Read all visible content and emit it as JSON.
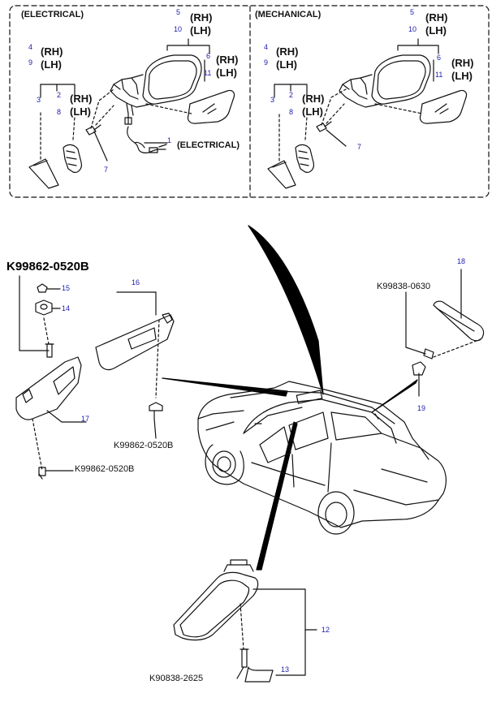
{
  "panels": {
    "electrical": {
      "title": "(ELECTRICAL)",
      "rhlh_top": [
        "(RH)",
        "(LH)"
      ],
      "rhlh_glass": [
        "(RH)",
        "(LH)"
      ],
      "rhlh_left": [
        "(RH)",
        "(LH)"
      ],
      "rhlh_mid": [
        "(RH)",
        "(LH)"
      ],
      "callouts": {
        "n5": "5",
        "n10": "10",
        "n4": "4",
        "n9": "9",
        "n6": "6",
        "n11": "11",
        "n3": "3",
        "n2": "2",
        "n8": "8",
        "n1": "1",
        "n7": "7"
      },
      "wire_label": "(ELECTRICAL)"
    },
    "mechanical": {
      "title": "(MECHANICAL)",
      "rhlh_top": [
        "(RH)",
        "(LH)"
      ],
      "rhlh_glass": [
        "(RH)",
        "(LH)"
      ],
      "rhlh_left": [
        "(RH)",
        "(LH)"
      ],
      "rhlh_mid": [
        "(RH)",
        "(LH)"
      ],
      "callouts": {
        "n5": "5",
        "n10": "10",
        "n4": "4",
        "n9": "9",
        "n6": "6",
        "n11": "11",
        "n3": "3",
        "n2": "2",
        "n8": "8",
        "n7": "7"
      }
    }
  },
  "sunvisor": {
    "part_main": "K99862-0520B",
    "part_lower": "K99862-0520B",
    "part_mid": "K99862-0520B",
    "callouts": {
      "n15": "15",
      "n14": "14",
      "n16": "16",
      "n17": "17"
    }
  },
  "assist_handle": {
    "part": "K99838-0630",
    "callouts": {
      "n18": "18",
      "n19": "19"
    }
  },
  "inner_mirror": {
    "part": "K90838-2625",
    "callouts": {
      "n12": "12",
      "n13": "13"
    }
  }
}
